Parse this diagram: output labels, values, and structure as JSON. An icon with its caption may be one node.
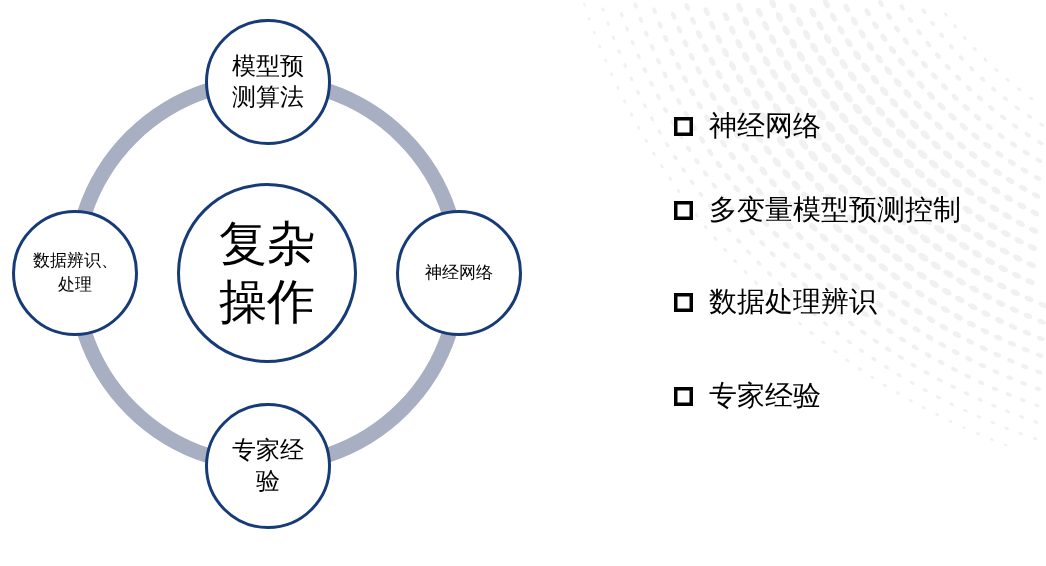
{
  "diagram": {
    "nodes": [
      {
        "text": [
          "模型预测算法"
        ]
      },
      {
        "text": [
          "数据辨识、处理"
        ]
      },
      {
        "text": [
          "复杂操作"
        ]
      },
      {
        "text": [
          "神经网络"
        ]
      },
      {
        "text": [
          "专家经验"
        ]
      }
    ],
    "edges": [
      {
        "from": 0,
        "to": 3,
        "arrow": "none"
      },
      {
        "from": 3,
        "to": 4,
        "arrow": "none"
      },
      {
        "from": 4,
        "to": 1,
        "arrow": "none"
      },
      {
        "from": 1,
        "to": 0,
        "arrow": "none"
      }
    ],
    "labels": [
      "神经网络",
      "多变量模型预测控制",
      "数据处理辨识",
      "专家经验"
    ]
  }
}
